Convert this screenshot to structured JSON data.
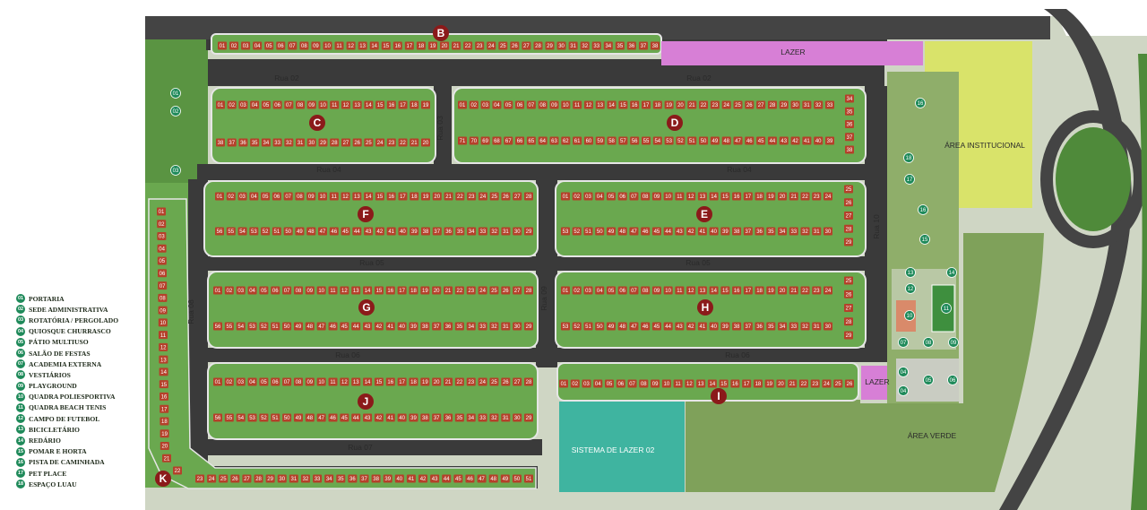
{
  "legend": [
    {
      "num": "01",
      "label": "PORTARIA"
    },
    {
      "num": "02",
      "label": "SEDE ADMINISTRATIVA"
    },
    {
      "num": "03",
      "label": "ROTATÓRIA / PERGOLADO"
    },
    {
      "num": "04",
      "label": "QUIOSQUE CHURRASCO"
    },
    {
      "num": "05",
      "label": "PÁTIO MULTIUSO"
    },
    {
      "num": "06",
      "label": "SALÃO DE FESTAS"
    },
    {
      "num": "07",
      "label": "ACADEMIA EXTERNA"
    },
    {
      "num": "08",
      "label": "VESTIÁRIOS"
    },
    {
      "num": "09",
      "label": "PLAYGROUND"
    },
    {
      "num": "10",
      "label": "QUADRA POLIESPORTIVA"
    },
    {
      "num": "11",
      "label": "QUADRA BEACH TENIS"
    },
    {
      "num": "12",
      "label": "CAMPO DE FUTEBOL"
    },
    {
      "num": "13",
      "label": "BICICLETÁRIO"
    },
    {
      "num": "14",
      "label": "REDÁRIO"
    },
    {
      "num": "15",
      "label": "POMAR E HORTA"
    },
    {
      "num": "16",
      "label": "PISTA DE CAMINHADA"
    },
    {
      "num": "17",
      "label": "PET PLACE"
    },
    {
      "num": "18",
      "label": "ESPAÇO LUAU"
    }
  ],
  "roads": [
    "Rua 02",
    "Rua 02",
    "Rua 03",
    "Rua 04",
    "Rua 04",
    "Rua 05",
    "Rua 05",
    "Rua 06",
    "Rua 06",
    "Rua 07",
    "Rua 08",
    "Rua 09",
    "Rua 10"
  ],
  "areas": {
    "lazer_top": "LAZER",
    "lazer_small": "LAZER",
    "institucional": "ÁREA INSTITUCIONAL",
    "verde": "ÁREA VERDE",
    "sistema_lazer": "SISTEMA DE LAZER 02"
  },
  "blocks": [
    {
      "letter": "B",
      "rows": [
        {
          "start": 1,
          "end": 38
        }
      ]
    },
    {
      "letter": "C",
      "rows": [
        {
          "start": 1,
          "end": 19
        },
        {
          "start": 38,
          "end": 20
        }
      ]
    },
    {
      "letter": "D",
      "rows": [
        {
          "start": 1,
          "end": 33
        },
        {
          "start": 71,
          "end": 39
        }
      ],
      "col": [
        34,
        35,
        36,
        37,
        38
      ]
    },
    {
      "letter": "F",
      "rows": [
        {
          "start": 1,
          "end": 28
        },
        {
          "start": 56,
          "end": 29
        }
      ]
    },
    {
      "letter": "E",
      "rows": [
        {
          "start": 1,
          "end": 24
        },
        {
          "start": 53,
          "end": 30
        }
      ],
      "col": [
        25,
        26,
        27,
        28,
        29
      ]
    },
    {
      "letter": "G",
      "rows": [
        {
          "start": 1,
          "end": 28
        },
        {
          "start": 56,
          "end": 29
        }
      ]
    },
    {
      "letter": "H",
      "rows": [
        {
          "start": 1,
          "end": 24
        },
        {
          "start": 53,
          "end": 30
        }
      ],
      "col": [
        25,
        26,
        27,
        28,
        29
      ]
    },
    {
      "letter": "J",
      "rows": [
        {
          "start": 1,
          "end": 28
        },
        {
          "start": 56,
          "end": 29
        }
      ]
    },
    {
      "letter": "I",
      "rows": [
        {
          "start": 1,
          "end": 26
        }
      ]
    },
    {
      "letter": "K",
      "rows": [
        {
          "start": 23,
          "end": 51
        }
      ],
      "col": [
        1,
        2,
        3,
        4,
        5,
        6,
        7,
        8,
        9,
        10,
        11,
        12,
        13,
        14,
        15,
        16,
        17,
        18,
        19,
        20,
        21,
        22
      ]
    }
  ],
  "facilities": [
    "01",
    "02",
    "03",
    "04",
    "04",
    "05",
    "06",
    "07",
    "08",
    "09",
    "10",
    "11",
    "12",
    "13",
    "14",
    "15",
    "16",
    "16",
    "17",
    "18"
  ],
  "colors": {
    "lot_green": "#6aa84f",
    "road": "#3a3a3a",
    "lot_marker": "#b5402a",
    "block_marker": "#8b1a1a",
    "lazer": "#d77fd6",
    "institucional": "#d9e36a",
    "verde": "#7fa15a",
    "sistema_lazer": "#3fb4a0",
    "facility": "#1f8a5a"
  }
}
